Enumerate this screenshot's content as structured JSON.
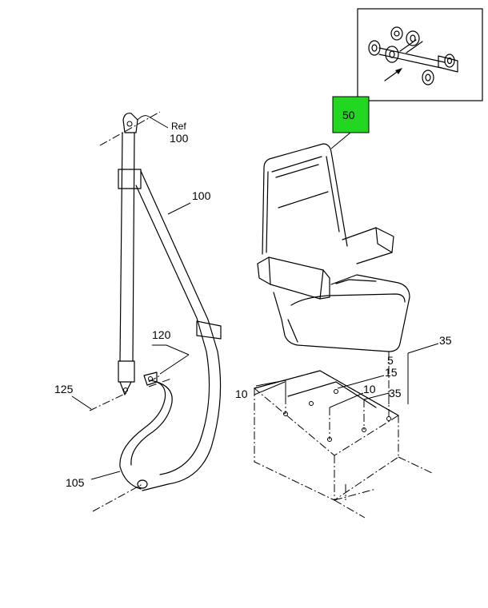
{
  "callouts": {
    "ref": "Ref",
    "ref_100": "100",
    "belt_100": "100",
    "seat_50": "50",
    "c120": "120",
    "c125": "125",
    "c105": "105",
    "c35_top": "35",
    "c5": "5",
    "c15": "15",
    "c10_left": "10",
    "c10_right": "10",
    "c35_mid": "35"
  },
  "colors": {
    "highlight": "#22d622",
    "line": "#000000"
  },
  "inset": {
    "icon": "chassis-locator-icon"
  }
}
